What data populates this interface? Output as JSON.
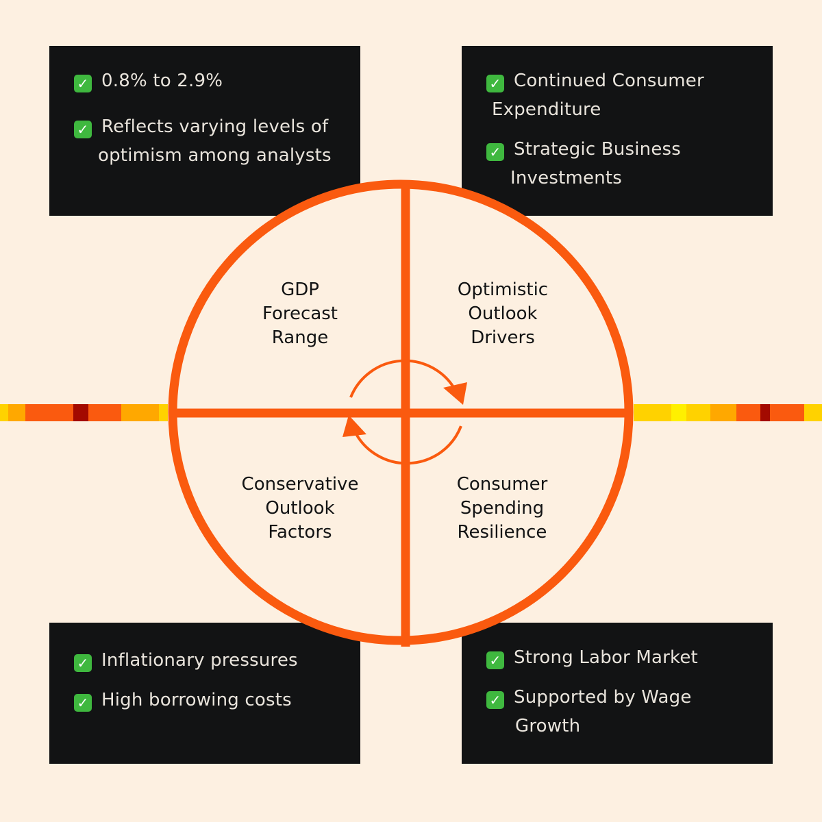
{
  "quadrants": {
    "top_left": {
      "title": [
        "GDP",
        "Forecast",
        "Range"
      ]
    },
    "top_right": {
      "title": [
        "Optimistic",
        "Outlook",
        "Drivers"
      ]
    },
    "bottom_left": {
      "title": [
        "Conservative",
        "Outlook",
        "Factors"
      ]
    },
    "bottom_right": {
      "title": [
        "Consumer",
        "Spending",
        "Resilience"
      ]
    }
  },
  "boxes": {
    "top_left": {
      "items": [
        {
          "lines": [
            "0.8% to 2.9%"
          ]
        },
        {
          "lines": [
            "Reflects varying levels of",
            "optimism among analysts"
          ]
        }
      ]
    },
    "top_right": {
      "items": [
        {
          "lines": [
            "Continued Consumer",
            "Expenditure"
          ]
        },
        {
          "lines": [
            "Strategic Business",
            "Investments"
          ]
        }
      ]
    },
    "bottom_left": {
      "items": [
        {
          "lines": [
            "Inflationary pressures"
          ]
        },
        {
          "lines": [
            "High borrowing costs"
          ]
        }
      ]
    },
    "bottom_right": {
      "items": [
        {
          "lines": [
            "Strong Labor Market"
          ]
        },
        {
          "lines": [
            "Supported by Wage",
            "Growth"
          ]
        }
      ]
    }
  },
  "colors": {
    "background": "#fdf0e1",
    "accent": "#fa5a0f",
    "box": "#121314",
    "check": "#3fb83f",
    "stripe_yellow": "#ffd200",
    "stripe_amber": "#ffa800",
    "stripe_red": "#a30a00"
  },
  "icons": {
    "check": "check-mark-icon"
  }
}
